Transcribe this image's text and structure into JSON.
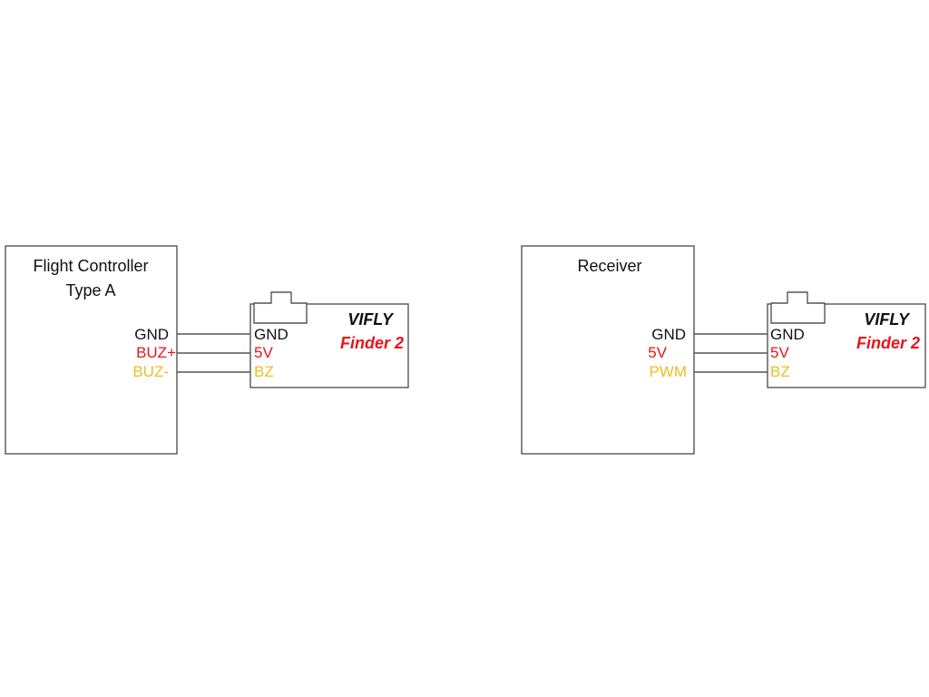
{
  "colors": {
    "line": "#555555",
    "text": "#111111",
    "gnd": "#111111",
    "power": "#e8141c",
    "signal": "#e8c020",
    "brand_primary": "#111111",
    "brand_secondary": "#e8141c"
  },
  "left_diagram": {
    "controller": {
      "title_line1": "Flight Controller",
      "title_line2": "Type A",
      "pins": [
        "GND",
        "BUZ+",
        "BUZ-"
      ]
    },
    "finder": {
      "pins": [
        "GND",
        "5V",
        "BZ"
      ],
      "brand_line1": "VIFLY",
      "brand_line2": "Finder 2"
    }
  },
  "right_diagram": {
    "controller": {
      "title_line1": "Receiver",
      "pins": [
        "GND",
        "5V",
        "PWM"
      ]
    },
    "finder": {
      "pins": [
        "GND",
        "5V",
        "BZ"
      ],
      "brand_line1": "VIFLY",
      "brand_line2": "Finder 2"
    }
  }
}
